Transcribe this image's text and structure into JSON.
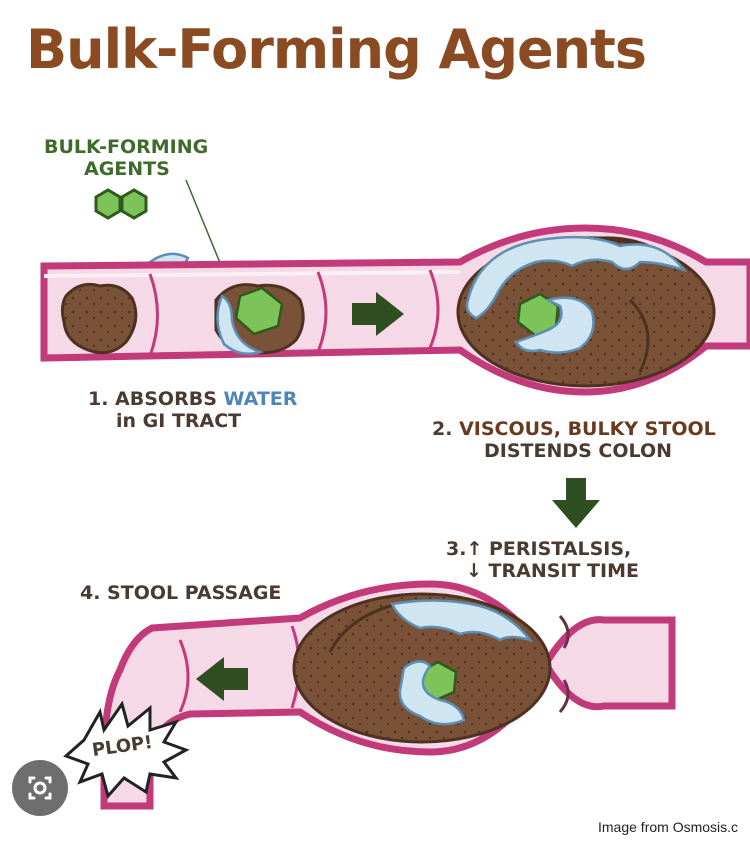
{
  "title": "Bulk-Forming Agents",
  "agent_label": {
    "line1": "BULK-FORMING",
    "line2": "AGENTS"
  },
  "step1": {
    "prefix": "1. ABSORBS ",
    "water": "WATER",
    "in": "in",
    "rest": " GI TRACT"
  },
  "step2": {
    "num": "2.",
    "line1": " VISCOUS, BULKY STOOL",
    "line2": "DISTENDS COLON"
  },
  "step3": {
    "num": "3.",
    "up_arrow": "↑",
    "line1": " PERISTALSIS,",
    "down_arrow": "↓",
    "line2": " TRANSIT TIME"
  },
  "step4": {
    "label": "4. STOOL PASSAGE"
  },
  "plop": "PLOP!",
  "credit": "Image from Osmosis.c",
  "icons": [
    "hexagon-molecule-icon",
    "water-drop-icon",
    "right-arrow-icon",
    "down-arrow-icon",
    "left-arrow-icon",
    "google-lens-icon"
  ],
  "colors": {
    "title": "#8a4a22",
    "tube_wall": "#c23a7a",
    "tube_fill": "#f6d9e6",
    "stool": "#7a5238",
    "agent_green": "#7cc35a",
    "water": "#cfe6f2",
    "arrow": "#2f4f22"
  }
}
